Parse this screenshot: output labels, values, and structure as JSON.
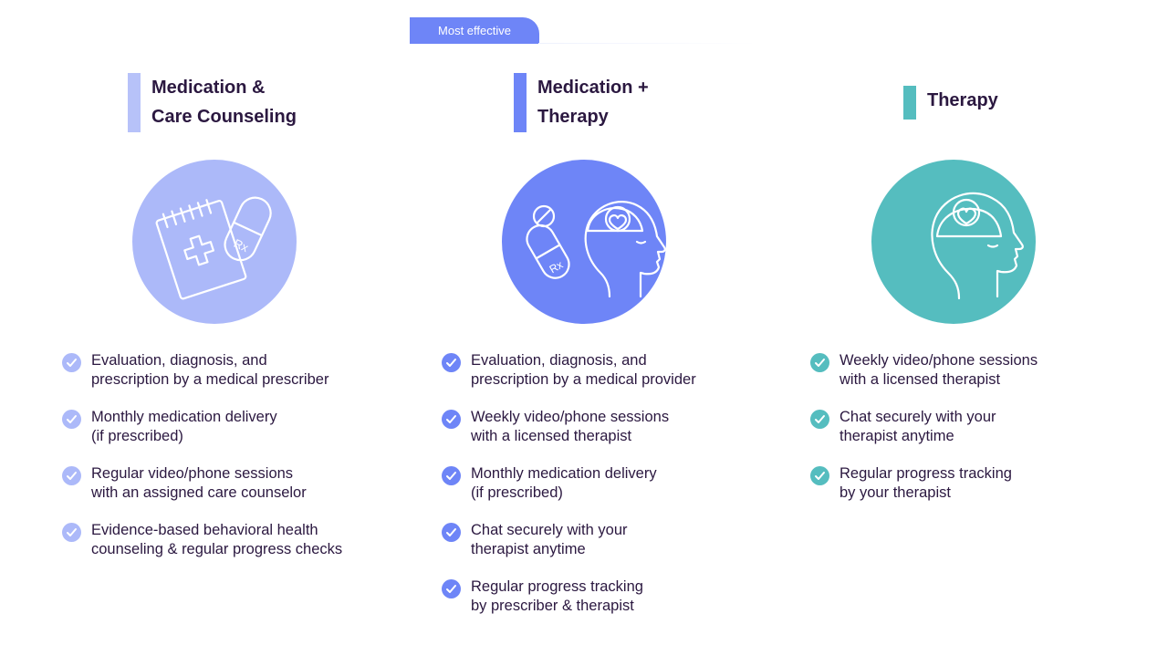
{
  "badge": "Most effective",
  "plans": [
    {
      "title_lines": [
        "Medication &",
        "Care Counseling"
      ],
      "accent": "#acb9f9",
      "icon": "prescription-pad-capsule-icon",
      "features": [
        [
          "Evaluation, diagnosis, and",
          "prescription by a medical prescriber"
        ],
        [
          "Monthly medication delivery",
          "(if prescribed)"
        ],
        [
          "Regular video/phone sessions",
          "with an assigned care counselor"
        ],
        [
          "Evidence-based behavioral health",
          "counseling & regular progress checks"
        ]
      ]
    },
    {
      "title_lines": [
        "Medication +",
        "Therapy"
      ],
      "accent": "#6e85f7",
      "icon": "capsule-head-heart-icon",
      "features": [
        [
          "Evaluation, diagnosis, and",
          "prescription by a medical provider"
        ],
        [
          "Weekly video/phone sessions",
          "with a licensed therapist"
        ],
        [
          "Monthly medication delivery",
          "(if prescribed)"
        ],
        [
          "Chat securely with your",
          "therapist anytime"
        ],
        [
          "Regular progress tracking",
          "by prescriber & therapist"
        ]
      ]
    },
    {
      "title_lines": [
        "Therapy"
      ],
      "accent": "#55bdbf",
      "icon": "head-heart-icon",
      "features": [
        [
          "Weekly video/phone sessions",
          "with a licensed therapist"
        ],
        [
          "Chat securely with your",
          "therapist anytime"
        ],
        [
          "Regular progress tracking",
          "by your therapist"
        ]
      ]
    }
  ]
}
